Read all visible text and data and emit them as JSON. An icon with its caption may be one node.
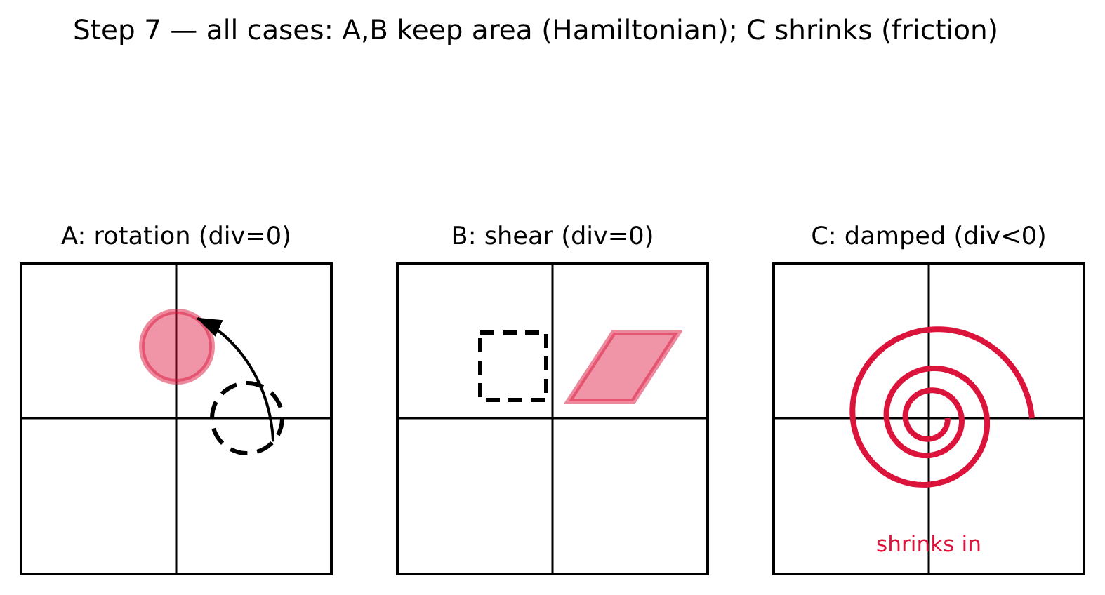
{
  "diagram": {
    "title": "Step 7 — all cases: A,B keep area (Hamiltonian); C shrinks (friction)",
    "nodes": [
      {
        "text": [
          "A: rotation (div=0)"
        ]
      },
      {
        "text": [],
        "shape": "circle",
        "in": 0
      },
      {
        "text": [],
        "shape": "circle",
        "in": 0
      },
      {
        "text": [
          "B: shear (div=0)"
        ]
      },
      {
        "text": [],
        "shape": "box",
        "in": 3
      },
      {
        "text": [],
        "shape": "parallelogram",
        "in": 3
      },
      {
        "text": [
          "C: damped (div<0)",
          "shrinks in"
        ]
      }
    ],
    "edges": [
      {
        "from": 1,
        "to": 2,
        "arrow": "to"
      }
    ]
  }
}
